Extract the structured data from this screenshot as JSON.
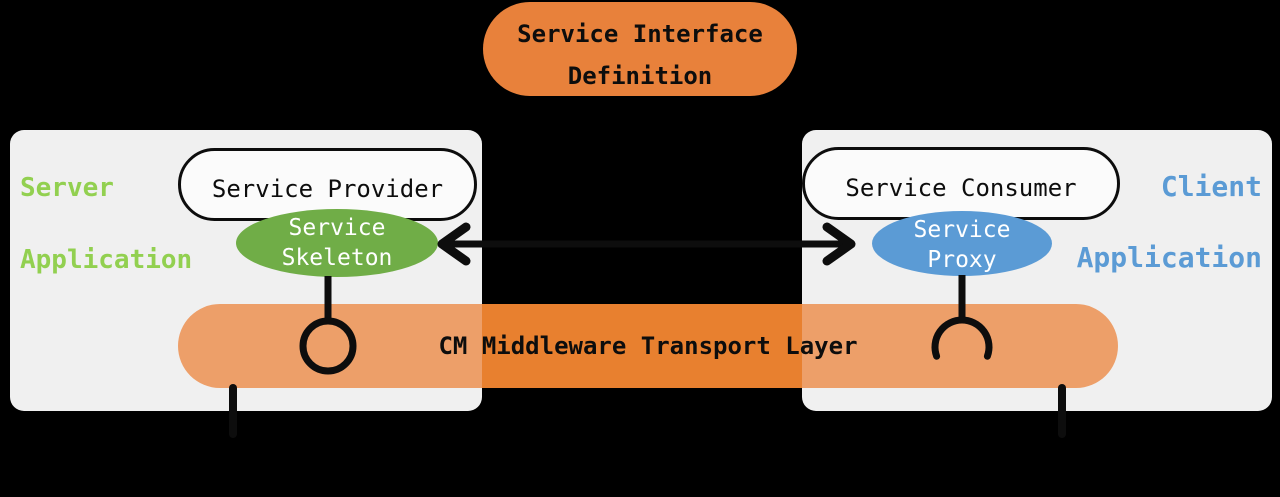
{
  "colors": {
    "background": "#000000",
    "accent_orange": "#E8813B",
    "accent_orange_deep": "#E8802F",
    "light_orange": "#ED9F69",
    "green": "#70AD47",
    "light_green": "#92D050",
    "blue": "#5B9BD5",
    "panel_gray": "#F0F0F0",
    "pill_white": "#FBFBFB",
    "line_black": "#0D0D0D"
  },
  "definition": {
    "line1": "Service Interface",
    "line2": "Definition"
  },
  "server": {
    "label_line1": "Server",
    "label_line2": "Application",
    "provider_label": "Service Provider",
    "skeleton_line1": "Service",
    "skeleton_line2": "Skeleton"
  },
  "client": {
    "label_line1": "Client",
    "label_line2": "Application",
    "consumer_label": "Service Consumer",
    "proxy_line1": "Service",
    "proxy_line2": "Proxy"
  },
  "transport": {
    "label": "CM Middleware Transport Layer"
  },
  "icons": {
    "provided_interface": "lollipop-circle-icon",
    "required_interface": "socket-arc-icon",
    "definition_to_skeleton": "left-arrow-icon",
    "definition_to_proxy": "right-arrow-icon"
  }
}
